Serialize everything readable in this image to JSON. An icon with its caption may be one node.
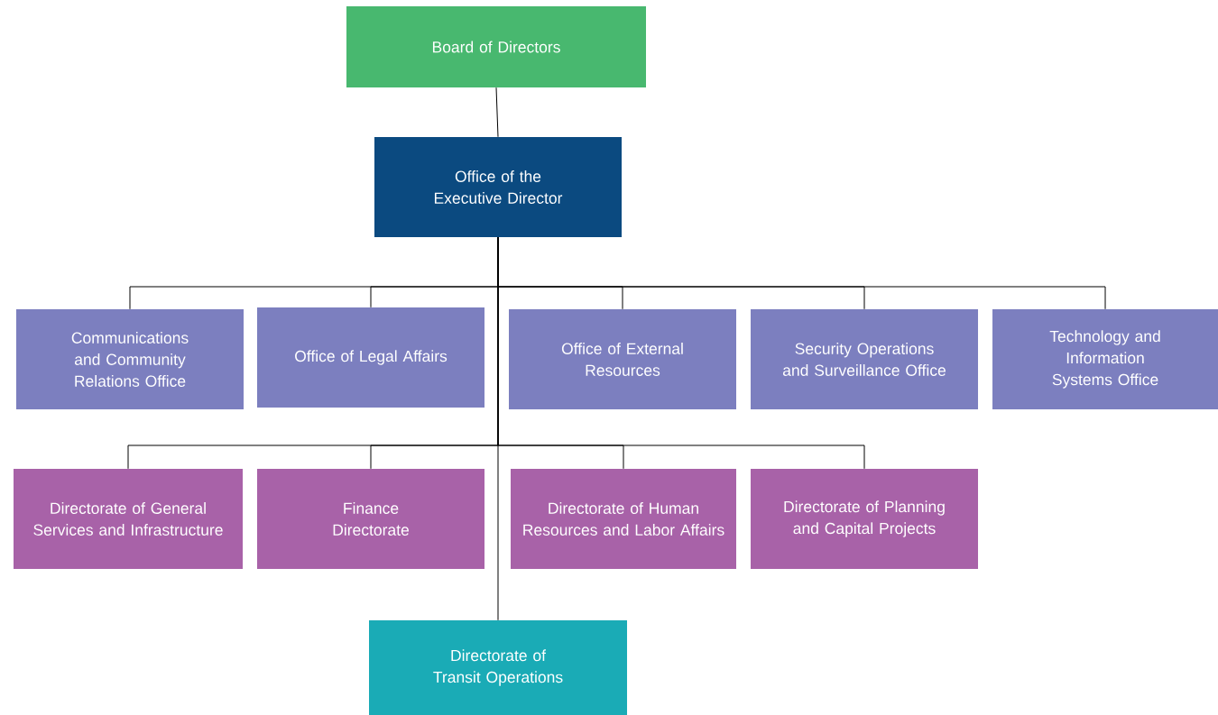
{
  "diagram": {
    "nodes": [
      {
        "text": [
          "Board of Directors"
        ]
      },
      {
        "text": [
          "Office of the Executive Director"
        ]
      },
      {
        "text": [
          "Communications and Community Relations Office"
        ]
      },
      {
        "text": [
          "Office of Legal Affairs"
        ]
      },
      {
        "text": [
          "Office of External Resources"
        ]
      },
      {
        "text": [
          "Security Operations and Surveillance Office"
        ]
      },
      {
        "text": [
          "Technology and Information Systems Office"
        ]
      },
      {
        "text": [
          "Directorate of General Services and Infrastructure"
        ]
      },
      {
        "text": [
          "Finance Directorate"
        ]
      },
      {
        "text": [
          "Directorate of Human Resources and Labor Affairs"
        ]
      },
      {
        "text": [
          "Directorate of Planning and Capital Projects"
        ]
      },
      {
        "text": [
          "Directorate of Transit Operations"
        ]
      }
    ],
    "edges": [
      {
        "from": 0,
        "to": 1,
        "arrow": "none"
      },
      {
        "from": 1,
        "to": 2,
        "arrow": "none"
      },
      {
        "from": 1,
        "to": 3,
        "arrow": "none"
      },
      {
        "from": 1,
        "to": 4,
        "arrow": "none"
      },
      {
        "from": 1,
        "to": 5,
        "arrow": "none"
      },
      {
        "from": 1,
        "to": 6,
        "arrow": "none"
      },
      {
        "from": 1,
        "to": 7,
        "arrow": "none"
      },
      {
        "from": 1,
        "to": 8,
        "arrow": "none"
      },
      {
        "from": 1,
        "to": 9,
        "arrow": "none"
      },
      {
        "from": 1,
        "to": 10,
        "arrow": "none"
      },
      {
        "from": 1,
        "to": 11,
        "arrow": "none"
      }
    ]
  }
}
